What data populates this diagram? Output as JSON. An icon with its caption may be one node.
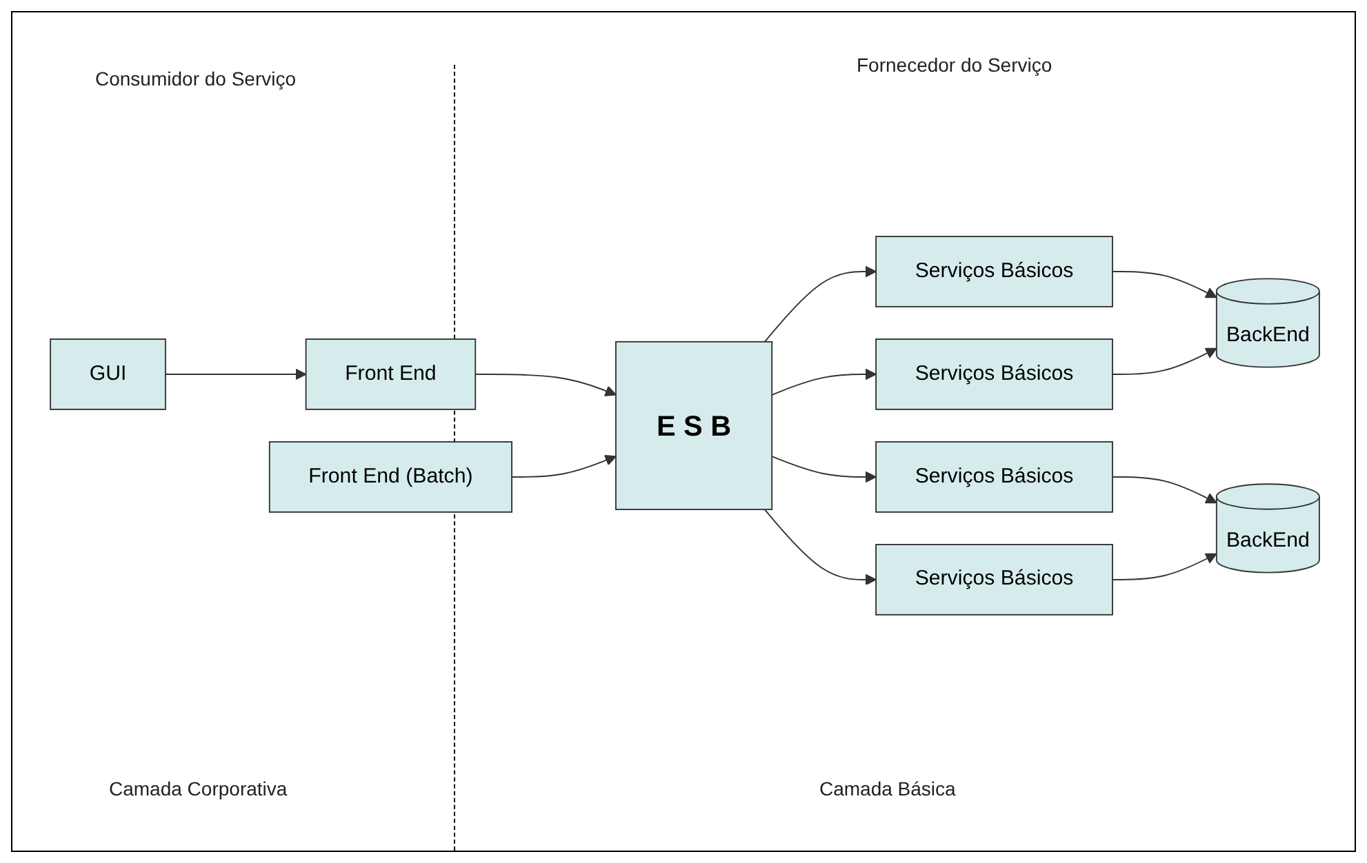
{
  "diagram": {
    "nodes": [
      {
        "text": [
          "GUI"
        ]
      },
      {
        "text": [
          "Front End"
        ]
      },
      {
        "text": [
          "Front End (Batch)"
        ]
      },
      {
        "text": [
          "E S B"
        ]
      },
      {
        "text": [
          "Serviços Básicos"
        ]
      },
      {
        "text": [
          "Serviços Básicos"
        ]
      },
      {
        "text": [
          "Serviços Básicos"
        ]
      },
      {
        "text": [
          "Serviços Básicos"
        ]
      },
      {
        "text": [
          "BackEnd"
        ]
      },
      {
        "text": [
          "BackEnd"
        ]
      }
    ],
    "edges": [
      {
        "from": 0,
        "to": 1,
        "arrow": "to"
      },
      {
        "from": 1,
        "to": 3,
        "arrow": "to"
      },
      {
        "from": 2,
        "to": 3,
        "arrow": "to"
      },
      {
        "from": 3,
        "to": 4,
        "arrow": "to"
      },
      {
        "from": 3,
        "to": 5,
        "arrow": "to"
      },
      {
        "from": 3,
        "to": 6,
        "arrow": "to"
      },
      {
        "from": 3,
        "to": 7,
        "arrow": "to"
      },
      {
        "from": 4,
        "to": 8,
        "arrow": "to"
      },
      {
        "from": 5,
        "to": 8,
        "arrow": "to"
      },
      {
        "from": 6,
        "to": 9,
        "arrow": "to"
      },
      {
        "from": 7,
        "to": 9,
        "arrow": "to"
      }
    ],
    "labels": [
      "Consumidor do Serviço",
      "Fornecedor do Serviço",
      "Camada Corporativa",
      "Camada Básica"
    ]
  }
}
